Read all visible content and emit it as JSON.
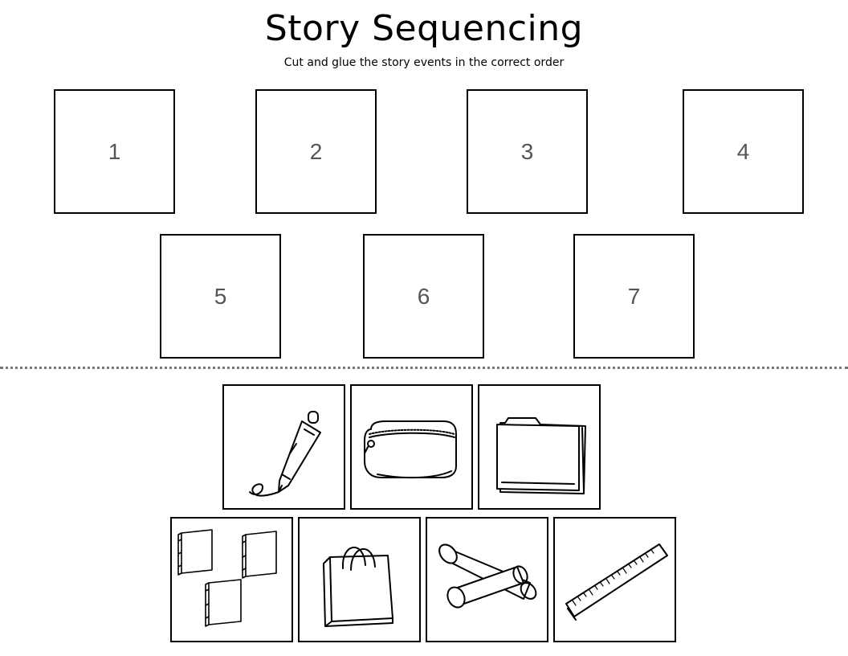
{
  "header": {
    "title": "Story Sequencing",
    "subtitle": "Cut and glue the story events in the correct order"
  },
  "sequence_slots": [
    "1",
    "2",
    "3",
    "4",
    "5",
    "6",
    "7"
  ],
  "picture_cards": [
    {
      "icon": "pen-icon"
    },
    {
      "icon": "pencil-case-icon"
    },
    {
      "icon": "folder-icon"
    },
    {
      "icon": "books-icon"
    },
    {
      "icon": "shopping-bag-icon"
    },
    {
      "icon": "chalk-icon"
    },
    {
      "icon": "ruler-icon"
    }
  ]
}
